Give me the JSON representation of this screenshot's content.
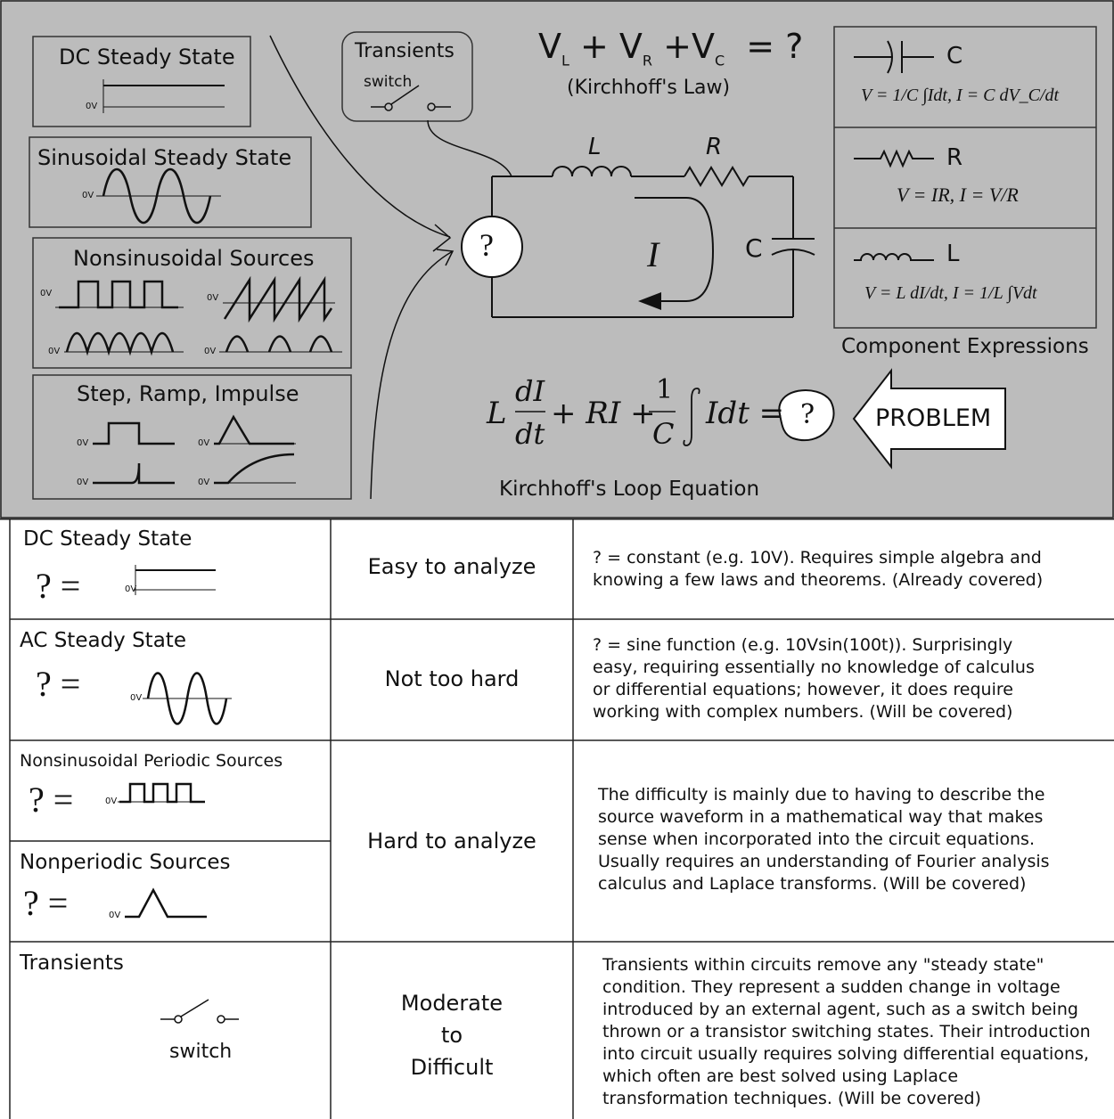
{
  "top": {
    "dc_box_title": "DC Steady State",
    "sine_box_title": "Sinusoidal Steady State",
    "nonsin_box_title": "Nonsinusoidal Sources",
    "step_box_title": "Step, Ramp, Impulse",
    "ov": "0V",
    "transients_title": "Transients",
    "transients_switch": "switch",
    "kvl_law": "(Kirchhoff's Law)",
    "kvl_equals": "= ?",
    "circuit": {
      "L": "L",
      "R": "R",
      "C": "C",
      "I": "I",
      "source": "?"
    },
    "components": {
      "cap_label": "C",
      "cap_expr": "V = 1/C ∫Idt,  I = C dV_C/dt",
      "res_label": "R",
      "res_expr": "V = IR,  I = V/R",
      "ind_label": "L",
      "ind_expr": "V = L dI/dt,  I = 1/L ∫Vdt",
      "caption": "Component Expressions"
    },
    "loop_equation_caption": "Kirchhoff's Loop Equation",
    "loop_equation_unknown": "?",
    "problem": "PROBLEM"
  },
  "table": {
    "rows": [
      {
        "title": "DC Steady State",
        "eq": "? =",
        "difficulty": "Easy to analyze",
        "desc": [
          "? = constant (e.g. 10V). Requires simple algebra and",
          "knowing a few laws and theorems. (Already covered)"
        ]
      },
      {
        "title": "AC Steady State",
        "eq": "? =",
        "difficulty": "Not too hard",
        "desc": [
          "? = sine function (e.g. 10Vsin(100t)). Surprisingly",
          "easy, requiring essentially no knowledge of calculus",
          "or differential equations; however, it does require",
          "working with complex numbers. (Will be covered)"
        ]
      },
      {
        "title": "Nonsinusoidal Periodic Sources",
        "title2": "Nonperiodic Sources",
        "eq": "? =",
        "difficulty": "Hard to analyze",
        "desc": [
          "The difficulty is mainly due to having to describe the",
          "source waveform in a mathematical way that makes",
          "sense when incorporated into the circuit equations.",
          "Usually requires an understanding of Fourier analysis",
          "calculus and Laplace transforms.  (Will be covered)"
        ]
      },
      {
        "title": "Transients",
        "switch": "switch",
        "difficulty": [
          "Moderate",
          "to",
          "Difficult"
        ],
        "desc": [
          "Transients within circuits remove any \"steady state\"",
          "condition.  They represent a sudden change in voltage",
          "introduced by an external agent, such as a switch being",
          "thrown or a transistor switching states.  Their introduction",
          "into circuit usually requires solving differential equations,",
          "which often are best solved using Laplace",
          "transformation techniques.  (Will be covered)"
        ]
      }
    ]
  }
}
